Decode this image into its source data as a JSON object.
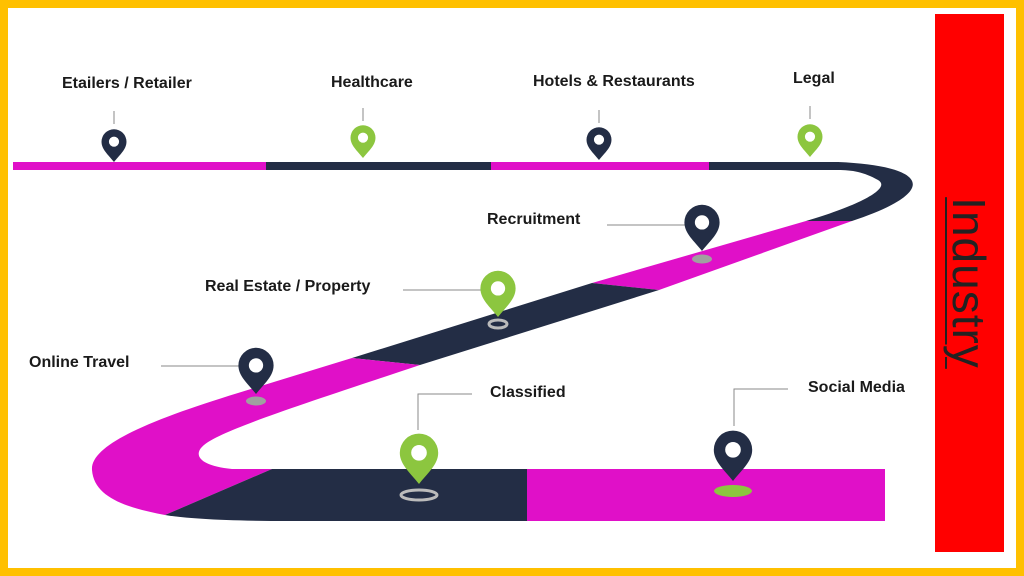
{
  "title": "Industry",
  "colors": {
    "border": "#ffc000",
    "panel": "#ff0000",
    "magenta": "#e010c8",
    "navy": "#232d45",
    "green": "#8cc63f",
    "gray": "#8a8a8a"
  },
  "milestones": [
    {
      "label": "Etailers / Retailer",
      "icon": "map-pin-icon",
      "color": "navy"
    },
    {
      "label": "Healthcare",
      "icon": "map-pin-icon",
      "color": "green"
    },
    {
      "label": "Hotels & Restaurants",
      "icon": "map-pin-icon",
      "color": "navy"
    },
    {
      "label": "Legal",
      "icon": "map-pin-icon",
      "color": "green"
    },
    {
      "label": "Recruitment",
      "icon": "map-pin-icon",
      "color": "navy"
    },
    {
      "label": "Real Estate / Property",
      "icon": "map-pin-icon",
      "color": "green"
    },
    {
      "label": "Online Travel",
      "icon": "map-pin-icon",
      "color": "navy"
    },
    {
      "label": "Classified",
      "icon": "map-pin-icon",
      "color": "green"
    },
    {
      "label": "Social Media",
      "icon": "map-pin-icon",
      "color": "navy"
    }
  ]
}
